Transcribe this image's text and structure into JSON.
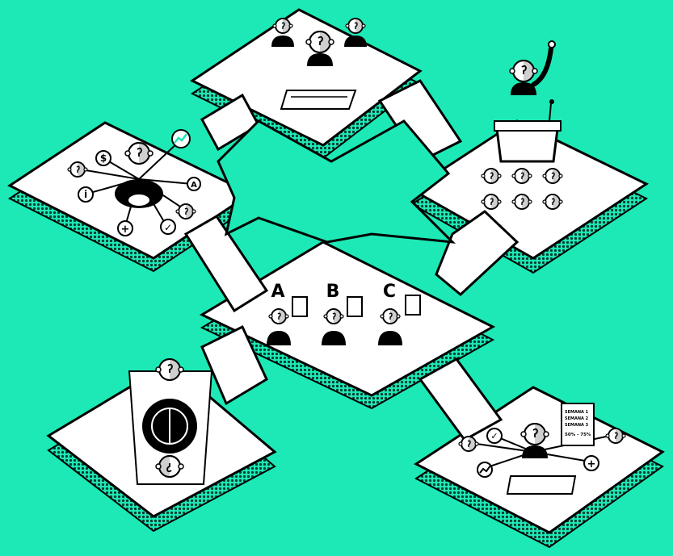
{
  "illustration": {
    "background_color": "#1de9b6",
    "platform_color": "#ffffff",
    "outline_color": "#000000",
    "accent_color": "#1de9b6"
  },
  "options": {
    "a": "A",
    "b": "B",
    "c": "C"
  },
  "report": {
    "line1": "SEMANA 1",
    "line2": "SEMANA 2",
    "line3": "SEMANA 3",
    "percent": "50% - 75%"
  },
  "network_icons": {
    "dollar": "$",
    "info": "i",
    "plus": "+",
    "check": "✓",
    "letter": "A"
  }
}
